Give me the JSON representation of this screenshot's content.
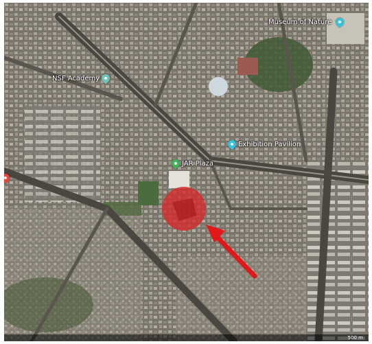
{
  "map": {
    "poi_labels": [
      {
        "name": "Museum of Nature",
        "color": "#34c3dc"
      },
      {
        "name": "NSF Academy",
        "color": "#6fc6b8"
      },
      {
        "name": "Exhibition Pavilion",
        "color": "#34c3dc"
      },
      {
        "name": "JAR Plaza",
        "color": "#3fb35a"
      }
    ],
    "left_edge_pin_color": "#e8453c",
    "highlight": {
      "color": "#d42a2a",
      "kind": "circle-marker"
    },
    "arrow": {
      "color": "#e01818",
      "kind": "pointer-arrow"
    },
    "scale_label": "500 m",
    "imagery": "satellite"
  }
}
